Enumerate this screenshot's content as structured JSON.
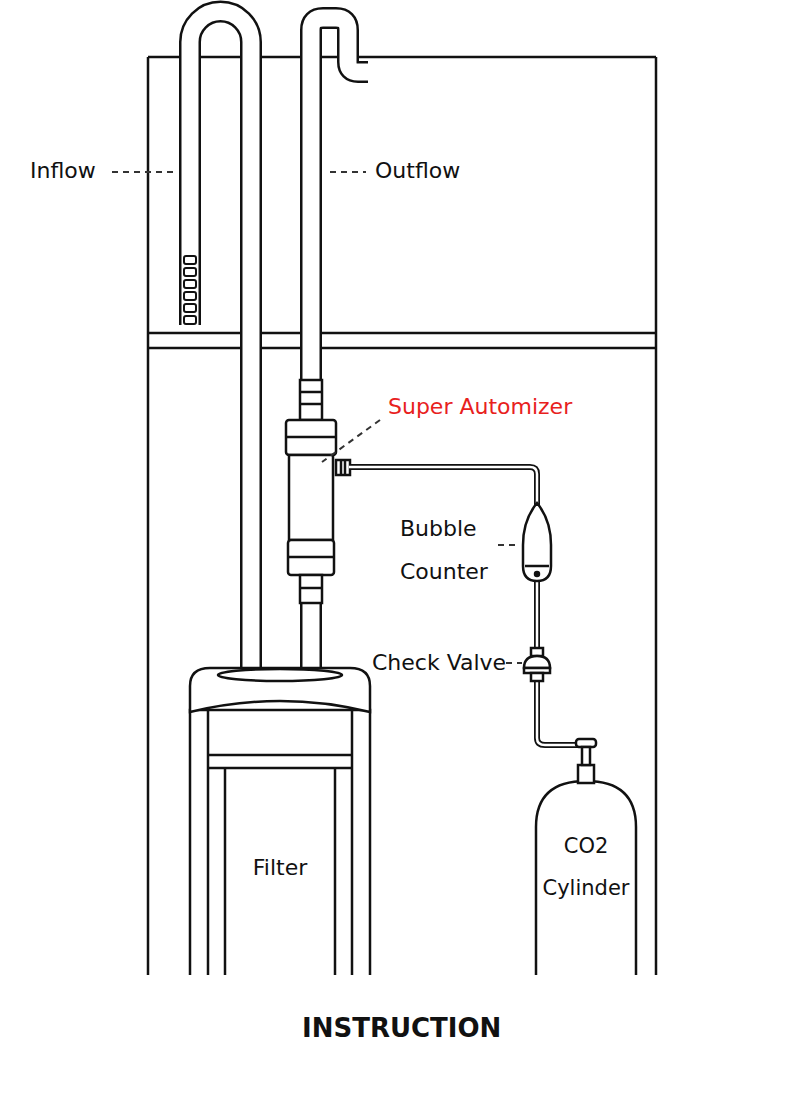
{
  "diagram": {
    "caption": "INSTRUCTION",
    "nodes": [
      {
        "text": [
          "Filter"
        ]
      },
      {
        "text": [
          "CO2 Cylinder"
        ]
      }
    ],
    "labels": [
      "Inflow",
      "Outflow",
      "Super Automizer",
      "Bubble Counter",
      "Check Valve"
    ]
  }
}
